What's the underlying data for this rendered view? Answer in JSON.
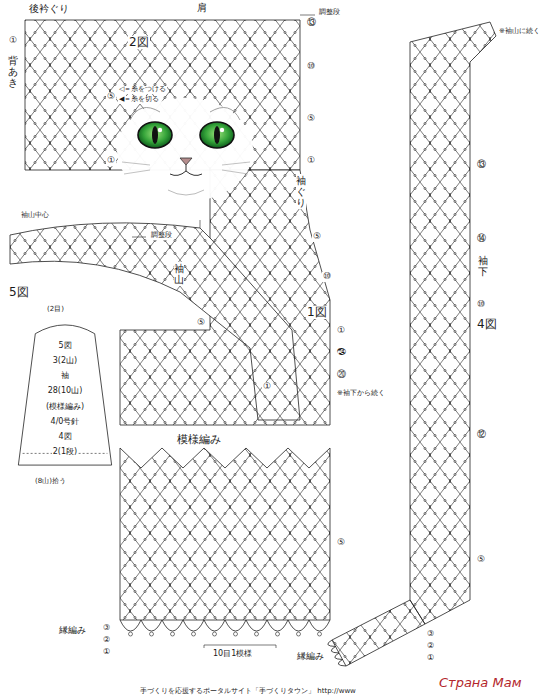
{
  "diagram": {
    "caption": "手づくりを応援するポータルサイト「手づくりタウン」 http://www",
    "nodes": [
      {
        "text": [
          "5図",
          "3(2山)",
          "袖",
          "28(10山)",
          "(模様編み)",
          "4/0号針",
          "4図",
          "2(1段)"
        ]
      }
    ],
    "labels": [
      "後衿ぐり",
      "肩",
      "調整段",
      "⑬",
      "⑩",
      "⑤",
      "①",
      "①",
      "背あき",
      "⑤",
      "2図",
      "◁＝糸をつける",
      "◀＝糸を切る",
      "①",
      "袖ぐり",
      "⑤",
      "⑩",
      "1図",
      "①",
      "㉔",
      "⑳",
      "※袖下から続く",
      "袖山中心",
      "調整段",
      "5図",
      "袖山",
      "⑤",
      "①",
      "(2目)",
      "(8山)拾う",
      "模様編み",
      "⑤",
      "縁編み",
      "③",
      "②",
      "①",
      "10目1模様",
      "※袖山に続く",
      "⑬",
      "⑭",
      "袖下",
      "⑩",
      "4図",
      "⑫",
      "⑤",
      "縁編み",
      "③",
      "②",
      "①",
      "Страна Мам"
    ]
  }
}
